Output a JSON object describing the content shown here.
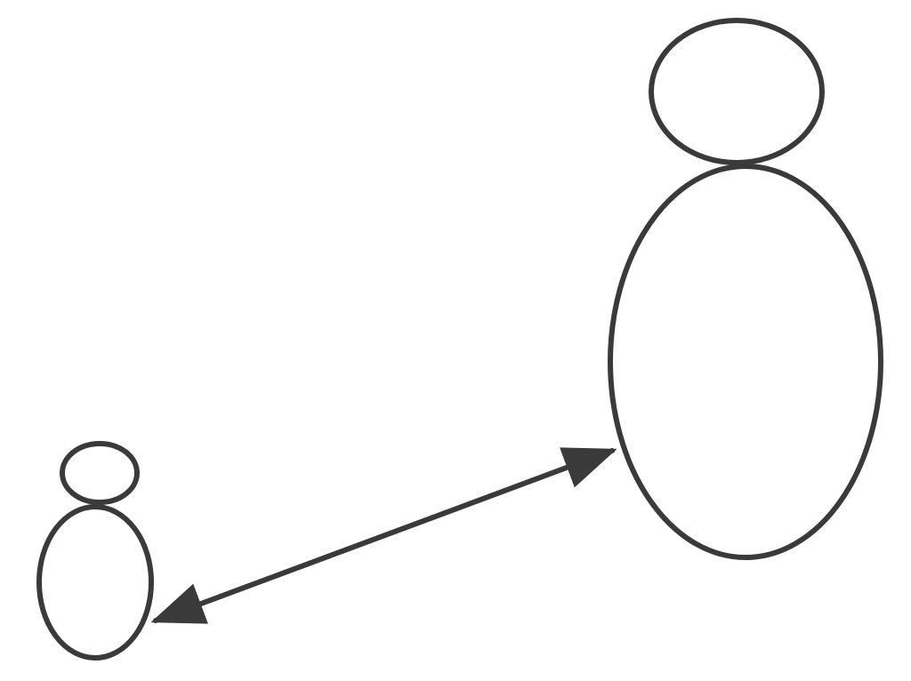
{
  "diagram": {
    "style": {
      "stroke_color": "#3a3a3a",
      "background_color": "#ffffff"
    },
    "figures": [
      {
        "id": "small-figure",
        "size": "small",
        "parts": [
          "head",
          "body"
        ]
      },
      {
        "id": "large-figure",
        "size": "large",
        "parts": [
          "head",
          "body"
        ]
      }
    ],
    "connector": {
      "type": "double-headed-arrow",
      "from": "small-figure",
      "to": "large-figure"
    }
  }
}
